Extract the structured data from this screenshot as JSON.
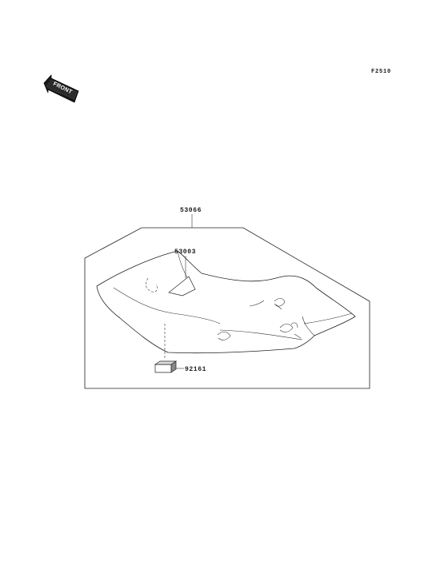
{
  "figure_code": "F2510",
  "front_arrow": {
    "label": "FRONT",
    "icon": "front-direction-arrow-icon"
  },
  "parts": {
    "seat_assembly": "53066",
    "seat_cover": "53003",
    "damper": "92161"
  }
}
